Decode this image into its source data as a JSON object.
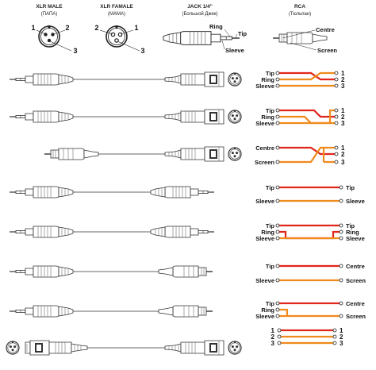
{
  "header": {
    "xlr_male_title": "XLR MALE",
    "xlr_male_sub": "(ПАПА)",
    "xlr_female_title": "XLR FAMALE",
    "xlr_female_sub": "(МАМА)",
    "jack_title": "JACK 1/4\"",
    "jack_sub": "(Большой Джек)",
    "rca_title": "RCA",
    "rca_sub": "(Тюльпан)",
    "xlr_male_pins": [
      "1",
      "2",
      "3"
    ],
    "xlr_female_pins": [
      "2",
      "1",
      "3"
    ],
    "jack_parts": [
      "Ring",
      "Tip",
      "Sleeve"
    ],
    "rca_parts": [
      "Centre",
      "Screen"
    ]
  },
  "colors": {
    "red": "#e0251b",
    "orange": "#f08a1c",
    "outline": "#333333"
  },
  "rows": [
    {
      "left": [
        "Tip",
        "Ring",
        "Sleeve"
      ],
      "right": [
        "1",
        "2",
        "3"
      ]
    },
    {
      "left": [
        "Tip",
        "Ring",
        "Sleeve"
      ],
      "right": [
        "1",
        "2",
        "3"
      ]
    },
    {
      "left": [
        "Centre",
        "Screen"
      ],
      "right": [
        "1",
        "2",
        "3"
      ]
    },
    {
      "left": [
        "Tip",
        "Sleeve"
      ],
      "right": [
        "Tip",
        "Sleeve"
      ]
    },
    {
      "left": [
        "Tip",
        "Ring",
        "Sleeve"
      ],
      "right": [
        "Tip",
        "Ring",
        "Sleeve"
      ]
    },
    {
      "left": [
        "Tip",
        "Sleeve"
      ],
      "right": [
        "Centre",
        "Screen"
      ]
    },
    {
      "left": [
        "Tip",
        "Ring",
        "Sleeve"
      ],
      "right": [
        "Centre",
        "Screen"
      ]
    },
    {
      "left": [
        "1",
        "2",
        "3"
      ],
      "right": [
        "1",
        "2",
        "3"
      ]
    }
  ]
}
